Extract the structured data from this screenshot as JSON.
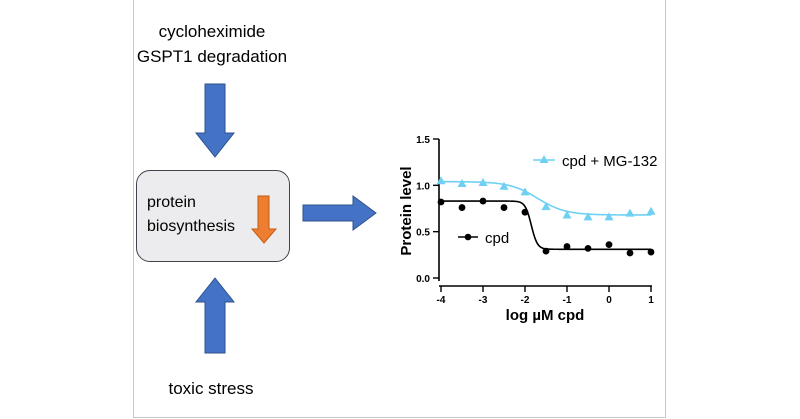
{
  "labels": {
    "top_line1": "cycloheximide",
    "top_line2": "GSPT1 degradation",
    "bottom": "toxic stress",
    "box_line1": "protein",
    "box_line2": "biosynthesis"
  },
  "colors": {
    "arrow_blue": "#4472c4",
    "arrow_orange": "#ed7d31",
    "cyan_series": "#6fd0f3",
    "black_series": "#000000",
    "box_fill": "#ececee"
  },
  "icons": {
    "down_arrow": "down-arrow-icon",
    "up_arrow": "up-arrow-icon",
    "right_arrow": "right-arrow-icon",
    "decrease_arrow": "decrease-arrow-icon"
  },
  "chart_data": {
    "type": "scatter",
    "xlabel": "log µM cpd",
    "ylabel": "Protein level",
    "xlim": [
      -4,
      1
    ],
    "ylim": [
      0,
      1.5
    ],
    "xticks": [
      -4,
      -3,
      -2,
      -1,
      0,
      1
    ],
    "yticks": [
      0.0,
      0.5,
      1.0,
      1.5
    ],
    "xtick_labels": [
      "-4",
      "-3",
      "-2",
      "-1",
      "0",
      "1"
    ],
    "ytick_labels": [
      "0.0",
      "0.5",
      "1.0",
      "1.5"
    ],
    "series": [
      {
        "name": "cpd + MG-132",
        "marker": "triangle",
        "color": "#6fd0f3",
        "x": [
          -4,
          -3.5,
          -3,
          -2.5,
          -2,
          -1.5,
          -1,
          -0.5,
          0,
          0.5,
          1
        ],
        "y": [
          1.05,
          1.02,
          1.03,
          0.99,
          0.93,
          0.77,
          0.68,
          0.66,
          0.66,
          0.7,
          0.72
        ],
        "fit": {
          "top": 1.04,
          "bottom": 0.68,
          "logec50": -1.7,
          "hill": 1.3
        }
      },
      {
        "name": "cpd",
        "marker": "circle",
        "color": "#000000",
        "x": [
          -4,
          -3.5,
          -3,
          -2.5,
          -2,
          -1.5,
          -1,
          -0.5,
          0,
          0.5,
          1
        ],
        "y": [
          0.82,
          0.76,
          0.83,
          0.76,
          0.71,
          0.29,
          0.34,
          0.32,
          0.36,
          0.27,
          0.28
        ],
        "fit": {
          "top": 0.83,
          "bottom": 0.31,
          "logec50": -1.85,
          "hill": 6
        }
      }
    ]
  }
}
